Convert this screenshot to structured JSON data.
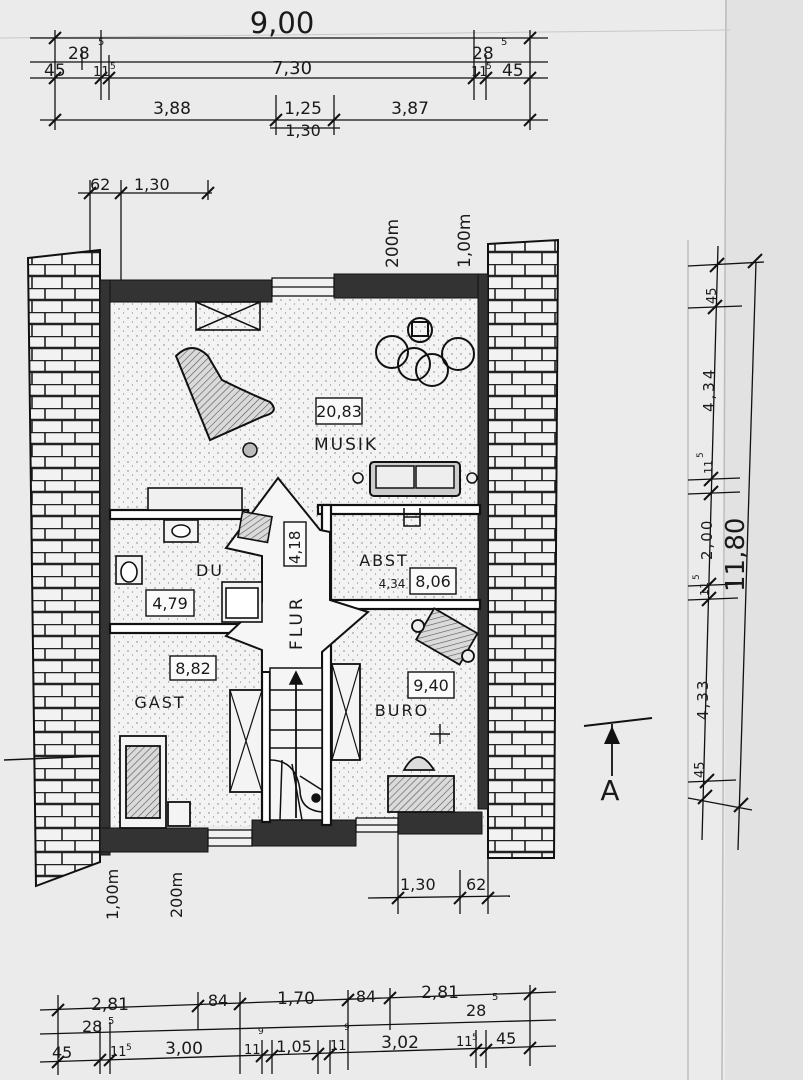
{
  "plan": {
    "total_width": "9,00",
    "total_depth": "11,80",
    "section_marker": "A"
  },
  "dims_top": {
    "r1a": "28",
    "r1a_sup": "5",
    "r1b": "28",
    "r1b_sup": "5",
    "r2": [
      "45",
      "11",
      "5",
      "7,30",
      "11",
      "5",
      "45"
    ],
    "r3": [
      "3,88",
      "1,25",
      "3,87"
    ],
    "r4": "1,30",
    "r5": [
      "62",
      "1,30"
    ]
  },
  "dims_bottom": {
    "r1": [
      "2,81",
      "84",
      "1,70",
      "84",
      "2,81"
    ],
    "r2a": "28",
    "r2a_sup": "5",
    "r2b": "28",
    "r2b_sup": "5",
    "r3": [
      "45",
      "11",
      "5",
      "3,00",
      "11",
      "9",
      "1,05",
      "11",
      "9",
      "3,02",
      "11",
      "5",
      "45"
    ],
    "r4": [
      "1,30",
      "62"
    ]
  },
  "dims_right": [
    "45",
    "4,34",
    "11",
    "5",
    "2,00",
    "11",
    "5",
    "4,33",
    "45"
  ],
  "window_heights": {
    "top_left": "200m",
    "top_right": "1,00m",
    "bottom_left": "1,00m",
    "bottom_right": "200m"
  },
  "rooms": [
    {
      "name": "MUSIK",
      "area": "20,83"
    },
    {
      "name": "DU",
      "area": "4,79"
    },
    {
      "name": "FLUR",
      "area": "4,18"
    },
    {
      "name": "ABST",
      "area": "8,06",
      "extra": "4,34"
    },
    {
      "name": "GAST",
      "area": "8,82"
    },
    {
      "name": "BURO",
      "area": "9,40"
    }
  ]
}
